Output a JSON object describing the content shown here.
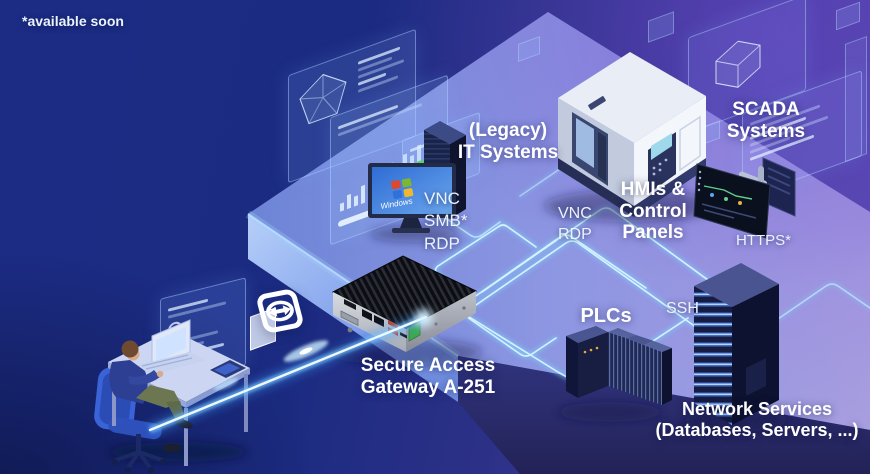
{
  "title_note": "*available soon",
  "nodes": {
    "legacy_it": {
      "label_lines": [
        "(Legacy)",
        "IT Systems"
      ],
      "protocols": [
        "VNC",
        "SMB*",
        "RDP"
      ]
    },
    "hmis": {
      "label_lines": [
        "HMIs &",
        "Control",
        "Panels"
      ],
      "protocols": [
        "VNC",
        "RDP"
      ]
    },
    "scada": {
      "label_lines": [
        "SCADA",
        "Systems"
      ],
      "protocols": [
        "HTTPS*"
      ]
    },
    "plcs": {
      "label_lines": [
        "PLCs"
      ]
    },
    "network_services": {
      "label_lines": [
        "Network Services",
        "(Databases, Servers, ...)"
      ],
      "protocols": [
        "SSH"
      ]
    },
    "gateway": {
      "label_lines": [
        "Secure Access",
        "Gateway A-251"
      ]
    }
  },
  "devices": {
    "legacy_monitor_os": "Windows"
  },
  "colors": {
    "background_blue": "#1b2b82",
    "background_purple": "#5044a8",
    "platform_floor_left": "#6d84d6",
    "platform_floor_right": "#a89fdf",
    "trace": "#d9f1ff",
    "beam_core": "#eef9ff",
    "label_text": "#ffffff"
  }
}
